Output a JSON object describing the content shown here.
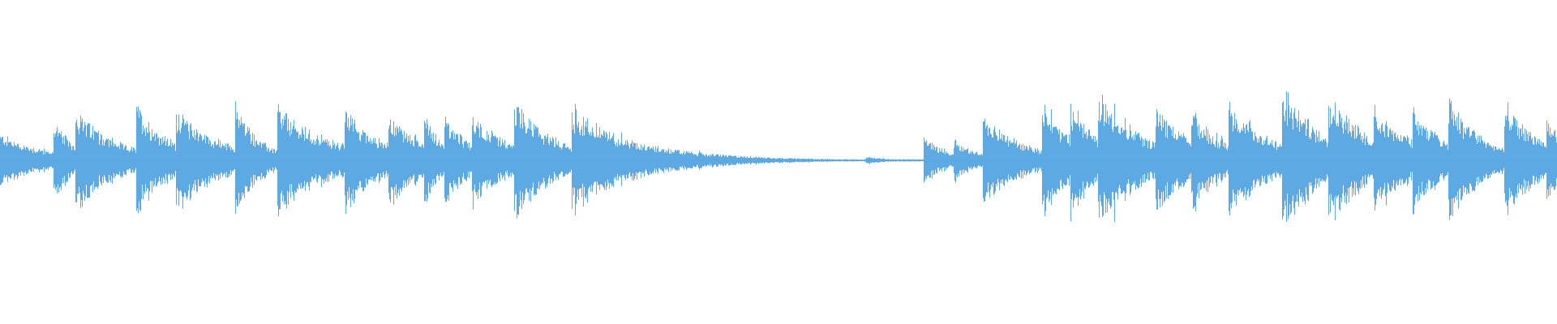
{
  "waveform": {
    "color": "#5DA9E3",
    "duration_fraction_silent": [
      0.4,
      0.555
    ],
    "hits": [
      {
        "t": 0.0,
        "amp": 0.44,
        "decay": 0.03
      },
      {
        "t": 0.034,
        "amp": 0.55,
        "decay": 0.012
      },
      {
        "t": 0.048,
        "amp": 0.62,
        "decay": 0.03
      },
      {
        "t": 0.087,
        "amp": 0.75,
        "decay": 0.02
      },
      {
        "t": 0.113,
        "amp": 0.58,
        "decay": 0.032
      },
      {
        "t": 0.151,
        "amp": 0.75,
        "decay": 0.012
      },
      {
        "t": 0.178,
        "amp": 0.7,
        "decay": 0.04
      },
      {
        "t": 0.221,
        "amp": 0.62,
        "decay": 0.02
      },
      {
        "t": 0.249,
        "amp": 0.52,
        "decay": 0.022
      },
      {
        "t": 0.272,
        "amp": 0.57,
        "decay": 0.008
      },
      {
        "t": 0.285,
        "amp": 0.46,
        "decay": 0.018
      },
      {
        "t": 0.303,
        "amp": 0.52,
        "decay": 0.025
      },
      {
        "t": 0.33,
        "amp": 0.78,
        "decay": 0.025
      },
      {
        "t": 0.367,
        "amp": 0.62,
        "decay": 0.05
      },
      {
        "t": 0.556,
        "amp": 0.06,
        "decay": 0.01
      },
      {
        "t": 0.593,
        "amp": 0.4,
        "decay": 0.015
      },
      {
        "t": 0.612,
        "amp": 0.25,
        "decay": 0.015
      },
      {
        "t": 0.631,
        "amp": 0.62,
        "decay": 0.03
      },
      {
        "t": 0.669,
        "amp": 0.82,
        "decay": 0.018
      },
      {
        "t": 0.687,
        "amp": 0.62,
        "decay": 0.016
      },
      {
        "t": 0.705,
        "amp": 0.9,
        "decay": 0.03
      },
      {
        "t": 0.742,
        "amp": 0.58,
        "decay": 0.022
      },
      {
        "t": 0.765,
        "amp": 0.48,
        "decay": 0.02
      },
      {
        "t": 0.789,
        "amp": 0.7,
        "decay": 0.03
      },
      {
        "t": 0.823,
        "amp": 0.9,
        "decay": 0.028
      },
      {
        "t": 0.853,
        "amp": 0.72,
        "decay": 0.025
      },
      {
        "t": 0.882,
        "amp": 0.52,
        "decay": 0.024
      },
      {
        "t": 0.907,
        "amp": 0.55,
        "decay": 0.02
      },
      {
        "t": 0.93,
        "amp": 0.8,
        "decay": 0.02
      },
      {
        "t": 0.966,
        "amp": 0.78,
        "decay": 0.024
      },
      {
        "t": 0.993,
        "amp": 0.45,
        "decay": 0.01
      }
    ]
  }
}
